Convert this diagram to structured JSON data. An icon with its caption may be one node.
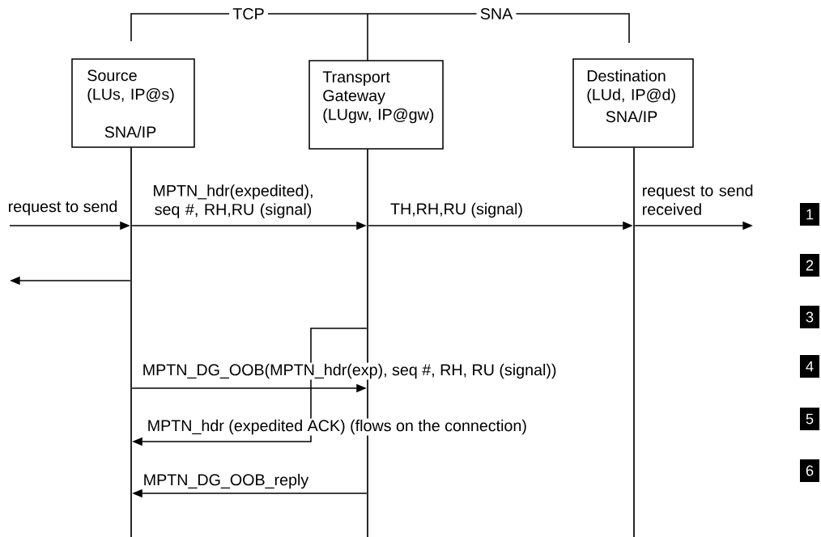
{
  "diagram": {
    "nodes": [
      {
        "text": [
          "Source (LUs, IP@s)",
          "SNA/IP"
        ]
      },
      {
        "text": [
          "Transport Gateway (LUgw, IP@gw)"
        ]
      },
      {
        "text": [
          "Destination (LUd, IP@d)",
          "SNA/IP"
        ]
      },
      {
        "text": [],
        "shape": "bar"
      },
      {
        "text": [],
        "shape": "bar"
      },
      {
        "text": [],
        "shape": "bar"
      }
    ],
    "edges": [
      {
        "from": null,
        "to": 3,
        "arrow": "to",
        "label": "request to send"
      },
      {
        "from": 3,
        "to": 4,
        "arrow": "to",
        "label": "MPTN_hdr(expedited), seq #, RH,RU (signal)"
      },
      {
        "from": 4,
        "to": 5,
        "arrow": "to",
        "label": "TH,RH,RU (signal)"
      },
      {
        "from": 5,
        "to": null,
        "arrow": "to",
        "label": "request to send received"
      },
      {
        "from": 3,
        "to": null,
        "arrow": "to"
      },
      {
        "from": 3,
        "to": 4,
        "arrow": "to",
        "label": "MPTN_DG_OOB(MPTN_hdr(exp), seq #, RH, RU (signal))"
      },
      {
        "from": 4,
        "to": 3,
        "arrow": "to",
        "label": "MPTN_hdr (expedited ACK) (flows on the connection)"
      },
      {
        "from": 4,
        "to": 3,
        "arrow": "to",
        "label": "MPTN_DG_OOB_reply"
      }
    ],
    "labels": [
      "TCP",
      "SNA",
      "1",
      "2",
      "3",
      "4",
      "5",
      "6"
    ]
  }
}
